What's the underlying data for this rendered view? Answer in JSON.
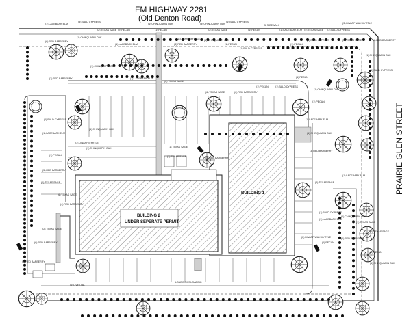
{
  "streets": {
    "north_name": "FM HIGHWAY 2281",
    "north_alt": "(Old Denton Road)",
    "east_name": "PRAIRIE GLEN STREET"
  },
  "buildings": {
    "building1": "BUILDING 1",
    "building2_line1": "BUILDING 2",
    "building2_line2": "UNDER SEPERATE PERMIT"
  },
  "notes": {
    "sidewalk": "5' SIDEWALK",
    "loading": "LOADING/UNLOADING"
  },
  "plant_labels": [
    "(1) LACEBARK ELM",
    "(3) BALD CYPRESS",
    "(2) TEXAS SAGE",
    "(2) PECAN",
    "(1) CHINQUAPIN OAK",
    "(1) PECAN",
    "(3) CHINQUAPIN OAK",
    "(2) TEXAS SAGE",
    "(1) BALD CYPRESS",
    "(1) PECAN",
    "(1) LACEBARK ELM",
    "(4) TEXAS SAGE",
    "(3) BALD CYPRESS",
    "(3) DWARF WAX MYRTLE",
    "(6) RED BARBERRY",
    "(1) CHINQUAPIN OAK",
    "(1) LACEBARK ELM",
    "(3) RED BARBERRY",
    "(1) DWARF MYRTLE",
    "(1) CHINQUAPIN OAK",
    "(1) PECAN",
    "(1) BALD CYPRESS",
    "(1) PECAN",
    "(1) BALD CYPRESS",
    "(2) TEXAS SAGE",
    "(1) RED BARBERRY",
    "(1) CHINQUAPIN OAK",
    "(1) BALD CYPRESS",
    "(1) CHINQUAPIN OAK",
    "(3) RED BARBERRY",
    "(1) LACEBARK ELM",
    "(2) TEXAS SAGE",
    "(6) TEXAS SAGE",
    "(6) RED BARBERRY",
    "(1) PECAN",
    "(1) BALD CYPRESS",
    "(1) PECAN",
    "(1) CHINQUAPIN OAK",
    "(1) PECAN",
    "(1) LACEBARK ELM",
    "(1) CHINQUAPIN OAK",
    "(1) BALD CYPRESS",
    "(1) LACEBARK ELM",
    "(1) PECAN",
    "(5) RED BARBERRY",
    "(1) TEXAS SAGE",
    "(6) TEXAS SAGE",
    "(4) RED BARBERRY",
    "(2) TEXAS SAGE",
    "(6) RED BARBERRY",
    "(2) RED BARBERRY",
    "(1) LIVE OAK",
    "(1) CHINQUAPIN OAK",
    "(3) DWARF MYRTLE",
    "(1) CHINQUAPIN OAK",
    "(1) TEXAS SAGE",
    "(2) TEXAS SAGE",
    "(4) RED BARBERRY",
    "(3) RED BARBERRY",
    "(6) TEXAS SAGE",
    "(1) LACEBARK ELM",
    "(1) BALD CYPRESS",
    "(1) LACEBARK ELM",
    "(1) CHINQUAPIN OAK",
    "(2) DWARF WAX MYRTLE",
    "(1) PECAN",
    "(1) RED BARBERRY",
    "(1) TEXAS SAGE",
    "(2) TEXAS SAGE",
    "(1) PECAN",
    "(1) CHINQUAPIN OAK"
  ]
}
